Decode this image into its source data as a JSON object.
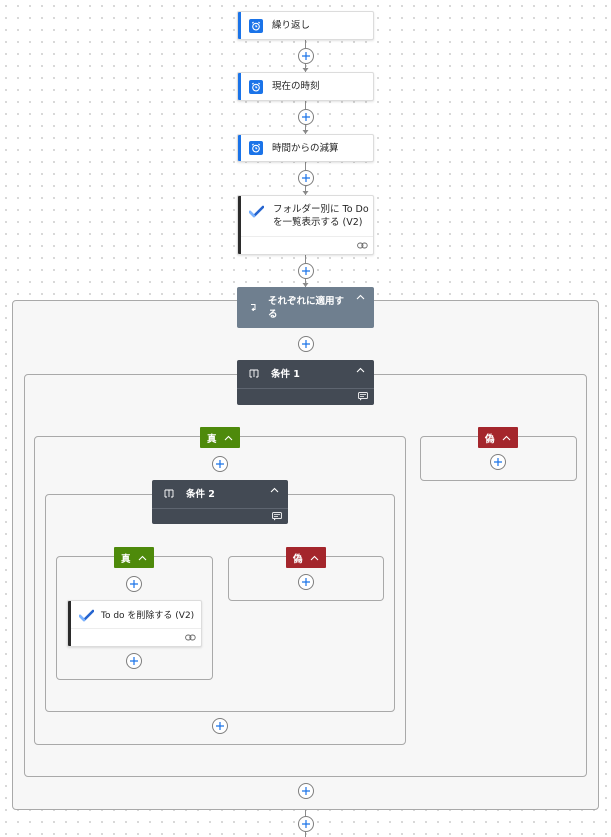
{
  "colors": {
    "accent_blue": "#1a73e8",
    "apply_each_header": "#6f7f8f",
    "condition_header": "#434a54",
    "true_branch": "#4e8a0b",
    "false_branch": "#a4262c",
    "todo_accent": "#2b2b2b"
  },
  "actions": [
    {
      "title": "繰り返し",
      "icon": "alarm-clock-icon"
    },
    {
      "title": "現在の時刻",
      "icon": "alarm-clock-icon"
    },
    {
      "title": "時間からの減算",
      "icon": "alarm-clock-icon"
    }
  ],
  "list_todos": {
    "title_line1": "フォルダー別に To Do",
    "title_line2": "を一覧表示する (V2)",
    "icon": "todo-check-icon"
  },
  "apply_each": {
    "title_line1": "それぞれに適用す",
    "title_line2": "る",
    "icon": "loop-icon"
  },
  "condition1": {
    "title": "条件 1",
    "icon": "condition-icon"
  },
  "condition2": {
    "title": "条件 2",
    "icon": "condition-icon"
  },
  "branches": {
    "true_label": "真",
    "false_label": "偽"
  },
  "delete_todo": {
    "title": "To do を削除する (V2)",
    "icon": "todo-check-icon"
  }
}
